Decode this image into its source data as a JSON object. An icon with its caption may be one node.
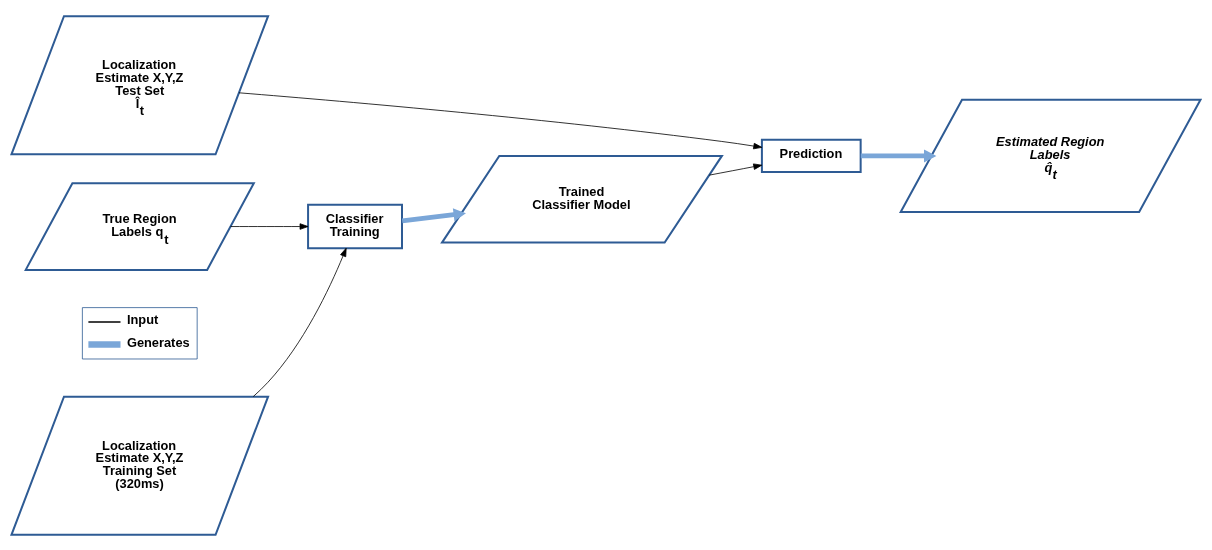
{
  "diagram": {
    "nodes": [
      {
        "text": [
          "True Region Labels q$_{t}$"
        ]
      },
      {
        "text": [
          "Localization Estimate X,Y,Z Training Set (320ms)"
        ]
      },
      {
        "text": [
          "Classifier Training"
        ]
      },
      {
        "text": [
          "Trained Classifier Model"
        ]
      },
      {
        "text": [
          "Localization Estimate X,Y,Z Test Set",
          "Î$_{t}$"
        ]
      },
      {
        "text": [
          "Prediction"
        ]
      },
      {
        "text": [
          "Estimated Region Labels",
          "q̂$_{t}$"
        ]
      }
    ],
    "edges": [
      {
        "from": 0,
        "to": 2,
        "arrow": "to"
      },
      {
        "from": 1,
        "to": 2,
        "arrow": "to"
      },
      {
        "from": 2,
        "to": 3,
        "arrow": "to",
        "style": "thick",
        "color": "#7aa6d8"
      },
      {
        "from": 3,
        "to": 5,
        "arrow": "to"
      },
      {
        "from": 4,
        "to": 5,
        "arrow": "to"
      },
      {
        "from": 5,
        "to": 6,
        "arrow": "to",
        "style": "thick",
        "color": "#7aa6d8"
      }
    ],
    "legend": [
      {
        "text": "Input"
      },
      {
        "text": "Generates"
      }
    ]
  }
}
